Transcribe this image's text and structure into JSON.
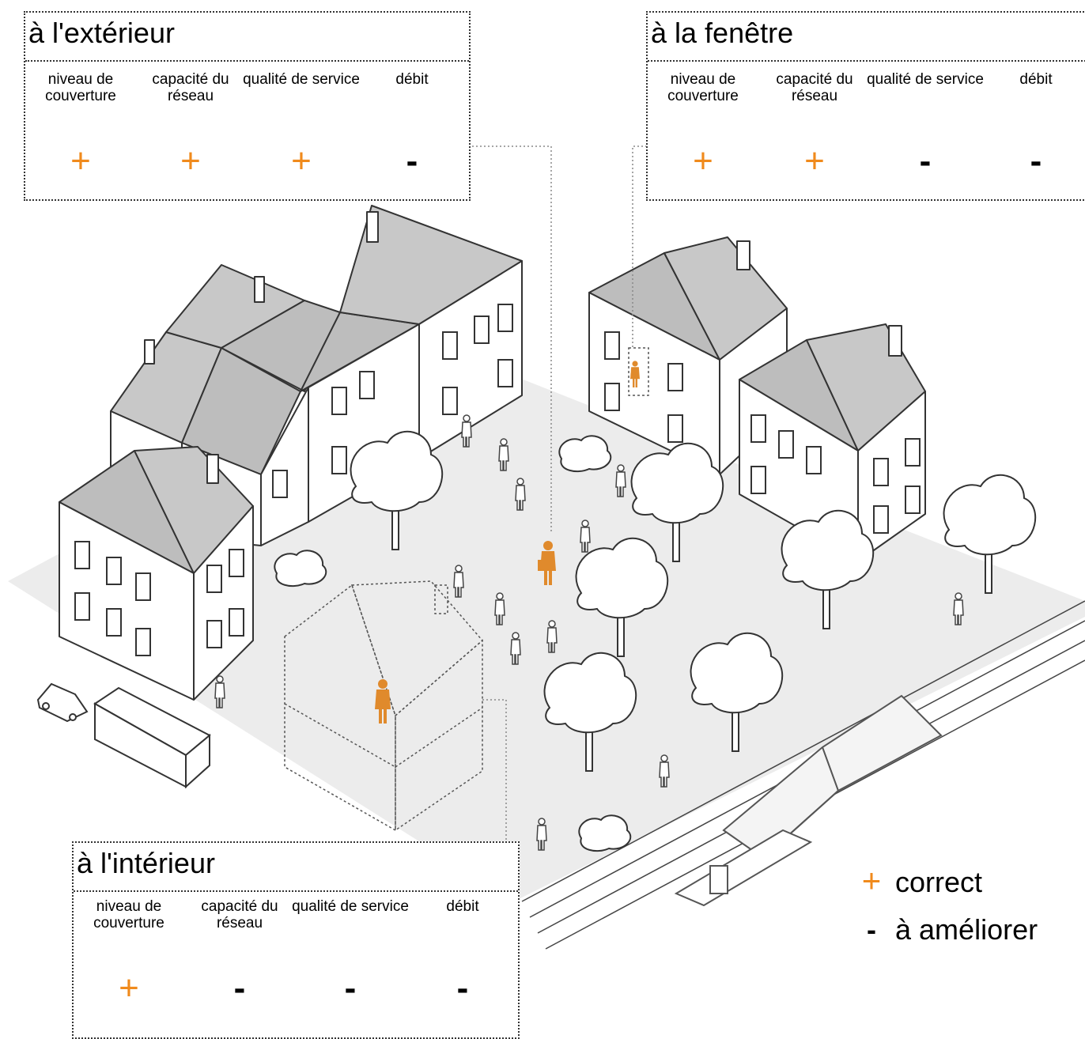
{
  "panels": {
    "exterieur": {
      "title": "à l'extérieur",
      "columns": [
        {
          "label": "niveau de couverture",
          "value": "+"
        },
        {
          "label": "capacité du réseau",
          "value": "+"
        },
        {
          "label": "qualité de service",
          "value": "+"
        },
        {
          "label": "débit",
          "value": "-"
        }
      ]
    },
    "fenetre": {
      "title": "à la fenêtre",
      "columns": [
        {
          "label": "niveau de couverture",
          "value": "+"
        },
        {
          "label": "capacité du réseau",
          "value": "+"
        },
        {
          "label": "qualité de service",
          "value": "-"
        },
        {
          "label": "débit",
          "value": "-"
        }
      ]
    },
    "interieur": {
      "title": "à l'intérieur",
      "columns": [
        {
          "label": "niveau de couverture",
          "value": "+"
        },
        {
          "label": "capacité du réseau",
          "value": "-"
        },
        {
          "label": "qualité de service",
          "value": "-"
        },
        {
          "label": "débit",
          "value": "-"
        }
      ]
    }
  },
  "legend": {
    "plus": {
      "symbol": "+",
      "text": "correct"
    },
    "minus": {
      "symbol": "-",
      "text": "à améliorer"
    }
  },
  "colors": {
    "accent": "#f08a1c",
    "roof": "#c9c9c9",
    "ground": "#ececec"
  }
}
